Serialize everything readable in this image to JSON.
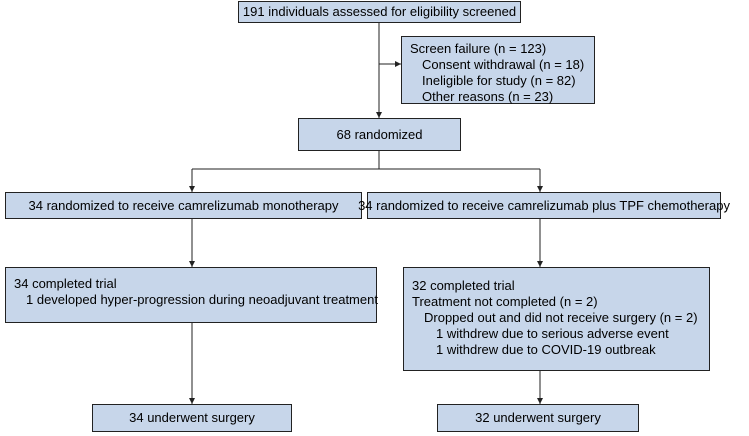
{
  "boxes": {
    "assessed": "191 individuals assessed for eligibility screened",
    "screen_failure": {
      "title": "Screen failure (n = 123)",
      "items": [
        "Consent withdrawal (n = 18)",
        "Ineligible for study (n = 82)",
        "Other reasons (n = 23)"
      ]
    },
    "randomized": "68 randomized",
    "mono_arm": "34 randomized to receive camrelizumab monotherapy",
    "combo_arm": "34 randomized to receive camrelizumab plus TPF chemotherapy",
    "mono_completed": {
      "title": "34 completed trial",
      "detail": "1 developed hyper-progression during neoadjuvant treatment"
    },
    "combo_completed": {
      "title": "32 completed trial",
      "not_completed": "Treatment not completed (n = 2)",
      "dropped": "Dropped out and did not receive surgery (n = 2)",
      "reasons": [
        "1 withdrew due to serious adverse event",
        "1 withdrew due to COVID-19 outbreak"
      ]
    },
    "mono_surgery": "34 underwent surgery",
    "combo_surgery": "32 underwent surgery"
  }
}
